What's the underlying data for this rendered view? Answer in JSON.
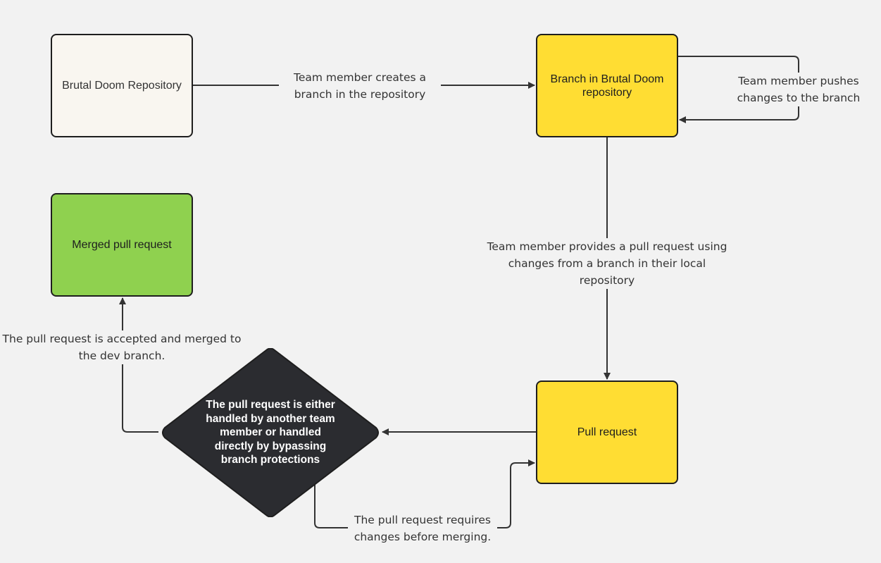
{
  "nodes": {
    "repo": "Brutal Doom Repository",
    "branch": "Branch in Brutal Doom repository",
    "merged": "Merged pull request",
    "pull_request": "Pull request",
    "decision": "The pull request is either handled by another team member or handled directly by bypassing branch protections"
  },
  "edges": {
    "creates_branch": "Team member creates a branch in the repository",
    "pushes_changes": "Team member pushes changes to the branch",
    "provides_pr": "Team member provides a pull request using changes from a branch in their local repository",
    "accepted_merged": "The pull request is accepted and merged to the dev branch.",
    "requires_changes": "The pull request requires changes before merging."
  },
  "colors": {
    "background": "#f2f2f2",
    "repo_fill": "#f9f6f0",
    "branch_fill": "#ffdd33",
    "merged_fill": "#8fd14f",
    "pull_request_fill": "#ffdd33",
    "decision_fill": "#2b2c30",
    "stroke": "#1e1e1e",
    "edge": "#333333"
  }
}
